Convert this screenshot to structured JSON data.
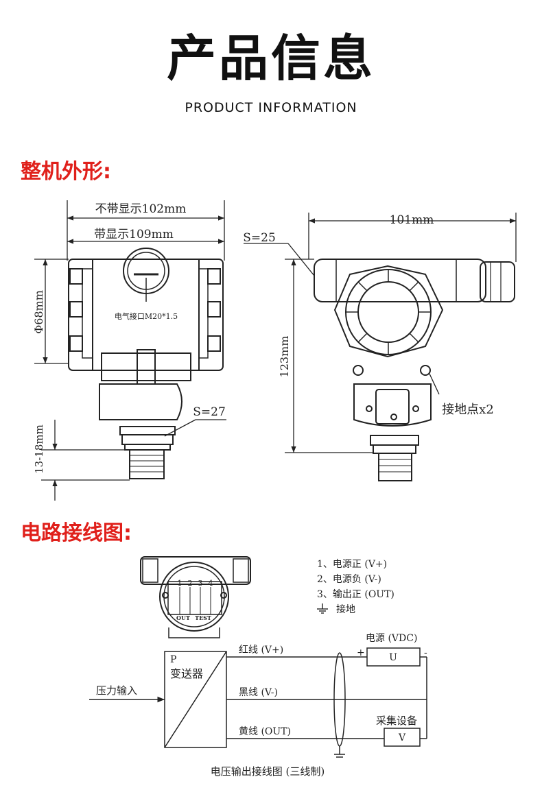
{
  "header": {
    "title": "产品信息",
    "subtitle": "PRODUCT INFORMATION"
  },
  "section_outline": {
    "title": "整机外形:",
    "dim_without_display": "不带显示102mm",
    "dim_with_display": "带显示109mm",
    "dim_diameter": "Φ68mm",
    "electrical_interface": "电气接口M20*1.5",
    "hex_27": "S=27",
    "dim_thread": "13-18mm",
    "dim_width_side": "101mm",
    "hex_25": "S=25",
    "dim_height": "123mm",
    "grounding_points": "接地点x2"
  },
  "section_wiring": {
    "title": "电路接线图:",
    "terminal_numbers": [
      "1",
      "2",
      "3",
      "4"
    ],
    "terminal_marks": [
      "OUT",
      "TEST"
    ],
    "legend": [
      "1、电源正 (V+)",
      "2、电源负 (V-)",
      "3、输出正 (OUT)",
      "接地"
    ],
    "power_supply_label": "电源 (VDC)",
    "power_plus": "+",
    "power_minus": "-",
    "power_box": "U",
    "transmitter_p": "P",
    "transmitter_name": "变送器",
    "pressure_input": "压力输入",
    "wire_red": "红线 (V+)",
    "wire_black": "黑线 (V-)",
    "wire_yellow": "黄线 (OUT)",
    "acquisition_label": "采集设备",
    "acquisition_box": "V",
    "caption": "电压输出接线图 (三线制)"
  }
}
